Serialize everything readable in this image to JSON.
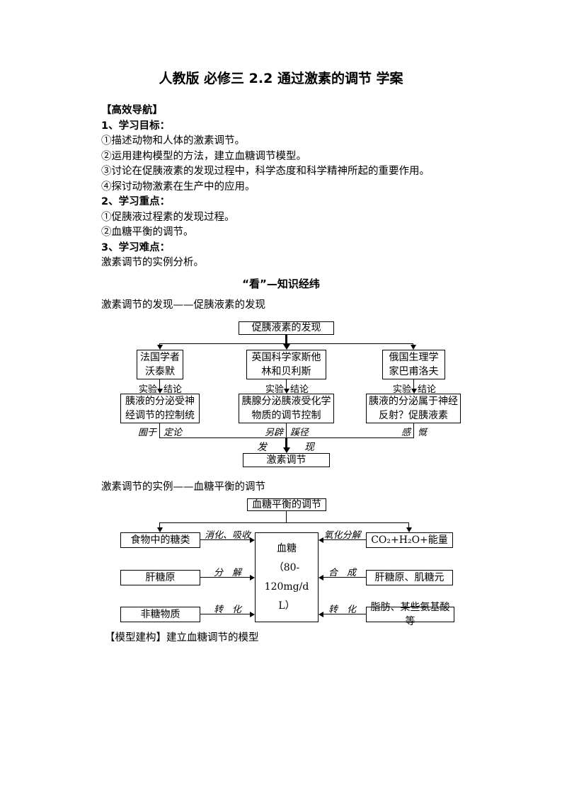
{
  "doc": {
    "title": "人教版 必修三 2.2 通过激素的调节 学案",
    "nav_header": "【高效导航】",
    "goals_heading": "1、学习目标：",
    "goals": [
      "①描述动物和人体的激素调节。",
      "②运用建构模型的方法，建立血糖调节模型。",
      "③讨论在促胰液素的发现过程中，科学态度和科学精神所起的重要作用。",
      "④探讨动物激素在生产中的应用。"
    ],
    "keys_heading": "2、学习重点：",
    "keys": [
      "①促胰液过程素的发现过程。",
      "②血糖平衡的调节。"
    ],
    "difficulties_heading": "3、学习难点：",
    "difficulties": [
      "激素调节的实例分析。"
    ],
    "section_title": "“看”—知识经纬",
    "model_note": "【模型建构】建立血糖调节的模型"
  },
  "discovery_chart": {
    "heading": "激素调节的发现——促胰液素的发现",
    "root": "促胰液素的发现",
    "exp_label": "实验",
    "concl_label": "结论",
    "branches": [
      {
        "scientist": "法国学者\n沃泰默",
        "conclusion": "胰液的分泌受神\n经调节的控制统",
        "attitude_left": "囿于",
        "attitude_right": "定论"
      },
      {
        "scientist": "英国科学家斯他\n林和贝利斯",
        "conclusion": "胰腺分泌胰液受化学\n物质的调节控制",
        "attitude_left": "另辟",
        "attitude_right": "蹊径"
      },
      {
        "scientist": "俄国生理学\n家巴甫洛夫",
        "conclusion": "胰液的分泌属于神经\n反射？促胰液素",
        "attitude_left": "感",
        "attitude_right": "慨"
      }
    ],
    "discover_left": "发",
    "discover_right": "现",
    "result": "激素调节"
  },
  "glucose_chart": {
    "heading": "激素调节的实例——血糖平衡的调节",
    "root": "血糖平衡的调节",
    "center": "血糖\n（80-120mg/d\nL）",
    "left_nodes": [
      "食物中的糖类",
      "肝糖原",
      "非糖物质"
    ],
    "right_nodes": [
      "CO₂+H₂O+能量",
      "肝糖原、肌糖元",
      "脂肪、某些氨基酸等"
    ],
    "left_edge_labels": [
      "消化、吸收",
      "分　解",
      "转　化"
    ],
    "right_edge_labels": [
      "氧化分解",
      "合　成",
      "转　化"
    ]
  }
}
